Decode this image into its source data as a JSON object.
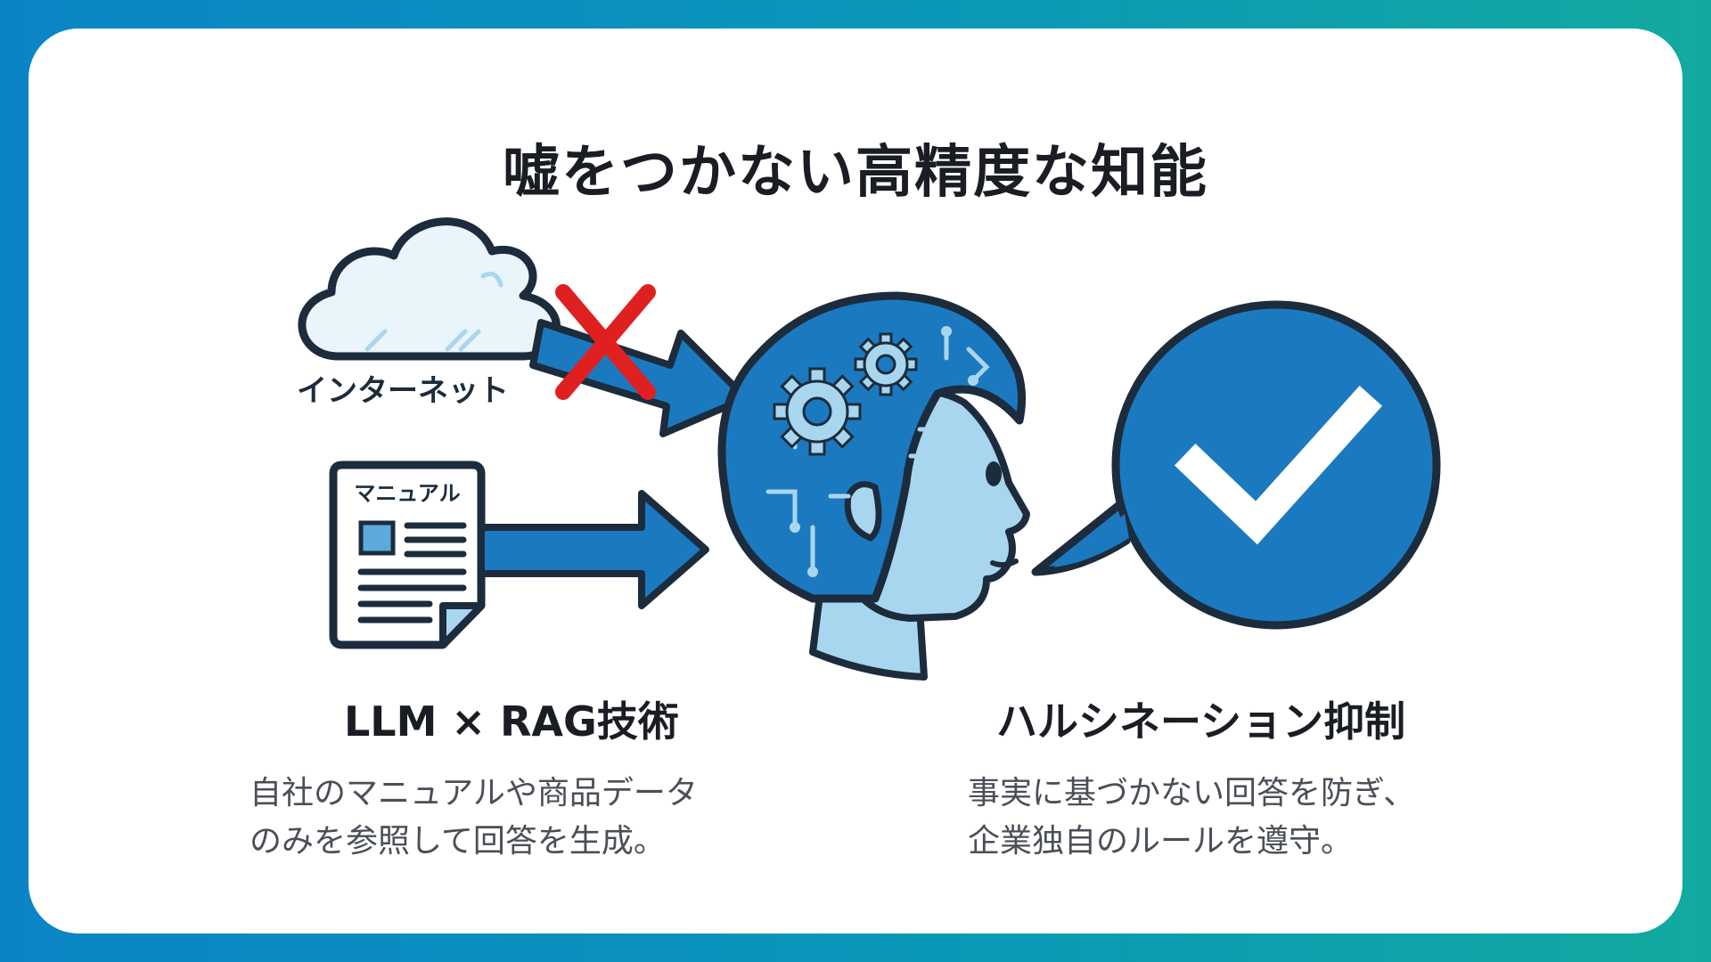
{
  "title": "嘘をつかない高精度な知能",
  "illustration": {
    "internet_label": "インターネット",
    "manual_label": "マニュアル",
    "colors": {
      "blue": "#1b79c0",
      "dark": "#1c2c3c",
      "light_blue": "#a9d6ef",
      "red_x": "#e02020"
    },
    "icons": [
      "cloud-icon",
      "cross-icon",
      "document-icon",
      "head-icon",
      "gear-icon",
      "speech-bubble-icon",
      "checkmark-icon"
    ]
  },
  "left": {
    "heading": "LLM × RAG技術",
    "lines": [
      "自社のマニュアルや商品データ",
      "のみを参照して回答を生成。"
    ]
  },
  "right": {
    "heading": "ハルシネーション抑制",
    "lines": [
      "事実に基づかない回答を防ぎ、",
      "企業独自のルールを遵守。"
    ]
  }
}
